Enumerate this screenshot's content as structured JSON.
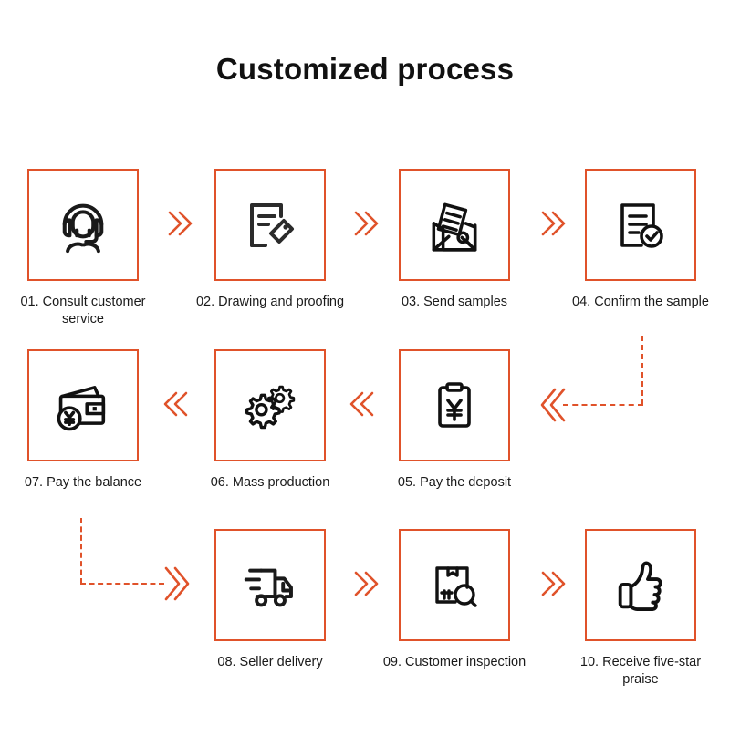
{
  "page": {
    "title": "Customized process",
    "accent_color": "#e0522a",
    "icon_color": "#1a1a1a",
    "background": "#ffffff"
  },
  "rows": [
    {
      "direction": "right",
      "connector_icon": "double-chevron-right-icon",
      "steps": [
        {
          "number": "01.",
          "label": "01. Consult customer service",
          "icon": "customer-service-headset-icon"
        },
        {
          "number": "02.",
          "label": "02. Drawing and proofing",
          "icon": "document-tag-icon"
        },
        {
          "number": "03.",
          "label": "03. Send samples",
          "icon": "envelope-document-icon"
        },
        {
          "number": "04.",
          "label": "04. Confirm the sample",
          "icon": "document-check-icon"
        }
      ]
    },
    {
      "direction": "left",
      "connector_icon": "double-chevron-left-icon",
      "steps": [
        {
          "number": "07.",
          "label": "07. Pay the balance",
          "icon": "wallet-yen-icon"
        },
        {
          "number": "06.",
          "label": "06. Mass production",
          "icon": "gears-icon"
        },
        {
          "number": "05.",
          "label": "05. Pay the deposit",
          "icon": "clipboard-yen-icon"
        }
      ]
    },
    {
      "direction": "right",
      "connector_icon": "double-chevron-right-icon",
      "steps": [
        {
          "number": "08.",
          "label": "08. Seller delivery",
          "icon": "delivery-truck-icon"
        },
        {
          "number": "09.",
          "label": "09. Customer inspection",
          "icon": "package-inspect-icon"
        },
        {
          "number": "10.",
          "label": "10. Receive five-star praise",
          "icon": "thumbs-up-icon"
        }
      ]
    }
  ],
  "connectors": [
    {
      "name": "row1-to-row2-dashed-connector",
      "from": "04. Confirm the sample",
      "to": "05. Pay the deposit",
      "style": "dashed",
      "shape": "down-then-left"
    },
    {
      "name": "row2-to-row3-dashed-connector",
      "from": "07. Pay the balance",
      "to": "08. Seller delivery",
      "style": "dashed",
      "shape": "down-then-right"
    }
  ]
}
